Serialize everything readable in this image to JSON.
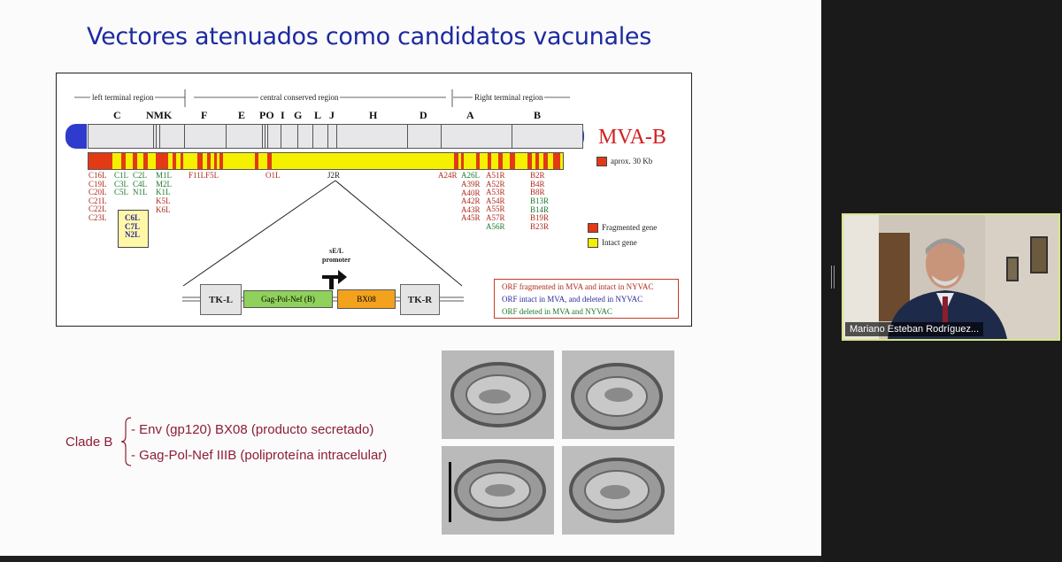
{
  "slide": {
    "title": "Vectores atenuados como candidatos vacunales",
    "figure": {
      "regions": {
        "left": "left terminal region",
        "central": "central conserved region",
        "right": "Right terminal region"
      },
      "genome_letters": [
        "C",
        "NMK",
        "F",
        "E",
        "PO",
        "I",
        "G",
        "L",
        "J",
        "H",
        "D",
        "A",
        "B"
      ],
      "construct_name": "MVA-B",
      "size_legend": "aprox. 30 Kb",
      "gene_labels": {
        "c_col1": "C16L\nC19L\nC20L\nC21L\nC22L\nC23L",
        "c_col2": "C1L\nC3L\nC5L",
        "c_col3": "C2L\nC4L\nN1L",
        "m_col": "M1L\nM2L\nK1L",
        "k_col": "K5L\nK6L",
        "f_col": "F11LF5L",
        "o_col": "O1L",
        "j_col": "J2R",
        "a_col1_top": "A24R",
        "a_col1_rest": "A26L",
        "a_col2": "A51R\nA52R\nA53R\nA54R\nA55R\nA57R",
        "a_col1b": "A39R\nA40R\nA42R\nA43R\nA45R",
        "a_col1c": "A56R",
        "b_col": "B2R\nB4R\nB8R",
        "b_col_green": "B13R\nB14R",
        "b_col2": "B19R\nB23R"
      },
      "boxed_genes": "C6L\nC7L\nN2L",
      "legend": {
        "fragmented": "Fragmented gene",
        "intact": "Intact  gene"
      },
      "insert": {
        "promoter": "sE/L\npromoter",
        "tk_left": "TK-L",
        "gag": "Gag-Pol-Nef (B)",
        "bx08": "BX08",
        "tk_right": "TK-R"
      },
      "orf_legend": [
        {
          "text": "ORF fragmented in MVA and intact in NYVAC",
          "color": "#b12a1e"
        },
        {
          "text": "ORF intact in MVA, and deleted in NYVAC",
          "color": "#2b2b9a"
        },
        {
          "text": "ORF deleted in MVA and NYVAC",
          "color": "#1e7a2e"
        }
      ]
    },
    "clade": {
      "label": "Clade B",
      "items": [
        "- Env (gp120) BX08 (producto secretado)",
        "- Gag-Pol-Nef IIIB (poliproteína intracelular)"
      ]
    }
  },
  "participant": {
    "name": "Mariano Esteban Rodríguez..."
  },
  "colors": {
    "title": "#1d2aa0",
    "clade_text": "#8d1e35",
    "mva_b": "#d22020",
    "genome_caps": "#2f3bcc",
    "fragmented": "#e23a14",
    "intact": "#f5f000",
    "video_border": "#d6e48a"
  }
}
